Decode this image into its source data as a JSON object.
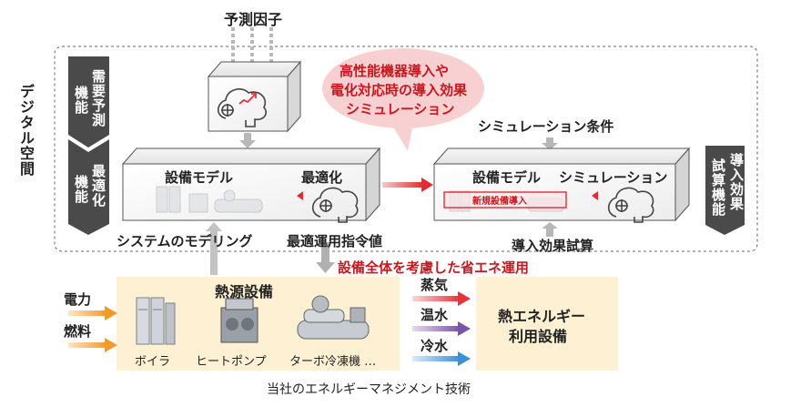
{
  "top_label": "予測因子",
  "digital_space_label": "デジタル空間",
  "demand_forecast_label": "需要予測",
  "demand_forecast_suffix": "機能",
  "optimization_label": "最適化",
  "optimization_suffix": "機能",
  "simulation_bubble": {
    "line1": "高性能機器導入や",
    "line2": "電化対応時の導入効果",
    "line3": "シミュレーション"
  },
  "simulation_condition": "シミュレーション条件",
  "left_box": {
    "equipment_model": "設備モデル",
    "optimization": "最適化"
  },
  "right_box": {
    "equipment_model": "設備モデル",
    "simulation": "シミュレーション",
    "new_equipment_tag": "新規設備導入"
  },
  "effect_estimation_side_label": "導入効果",
  "effect_estimation_side_suffix": "試算機能",
  "system_modeling": "システムのモデリング",
  "optimal_operation": "最適運用指令値",
  "effect_estimation": "導入効果試算",
  "energy_saving_operation": "設備全体を考慮した省エネ運用",
  "heat_source": {
    "title": "熱源設備",
    "items": [
      "ボイラ",
      "ヒートポンプ",
      "ターボ冷凍機 …"
    ]
  },
  "inputs": [
    "電力",
    "燃料"
  ],
  "outputs": [
    "蒸気",
    "温水",
    "冷水"
  ],
  "output_colors": [
    "#e8333a",
    "#7a54a8",
    "#3f8fd6"
  ],
  "heat_utilization": {
    "line1": "熱エネルギー",
    "line2": "利用設備"
  },
  "caption": "当社のエネルギーマネジメント技術",
  "accent_red": "#c8171e",
  "icons": [
    "brain-icon",
    "chart-trend-icon",
    "arrow-left-icon"
  ]
}
